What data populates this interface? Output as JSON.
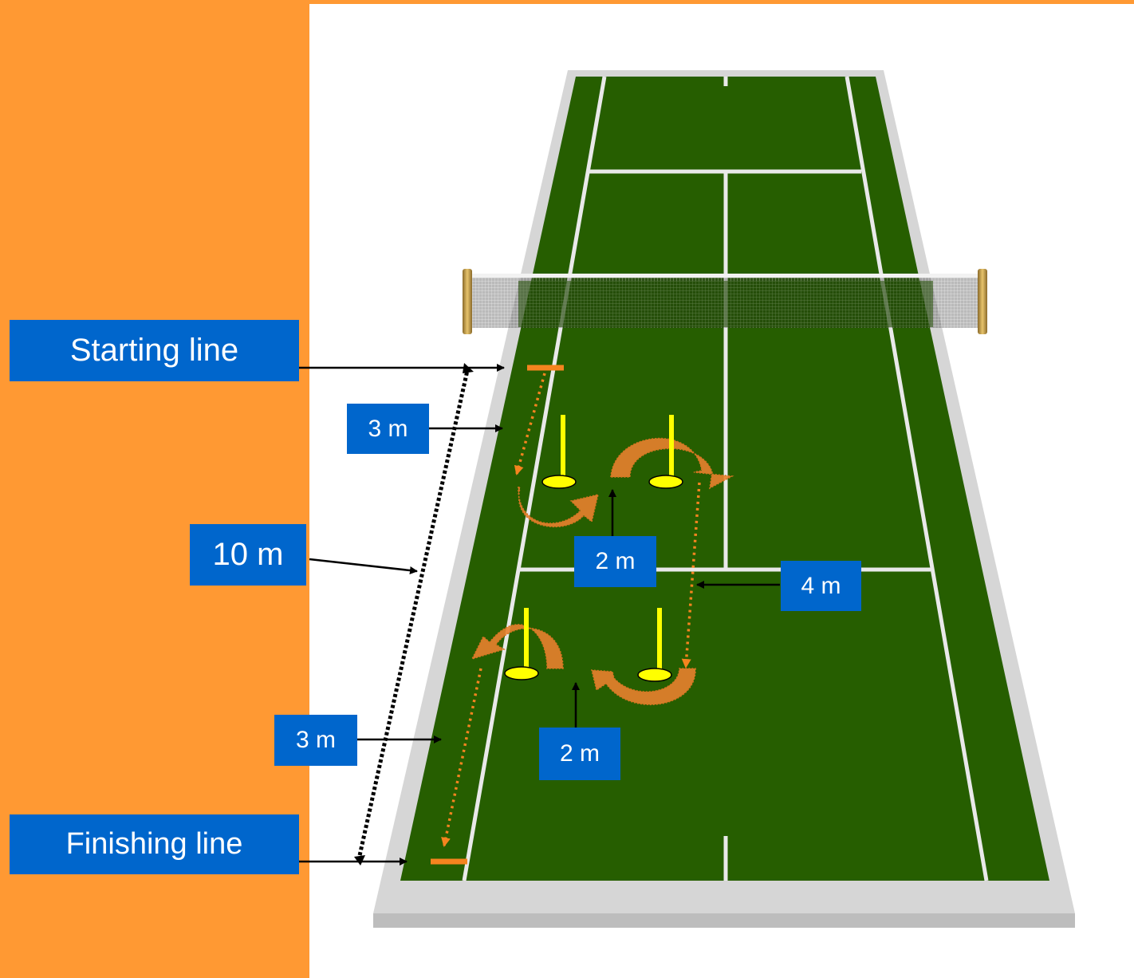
{
  "colors": {
    "sidebar": "#FF9933",
    "label_bg": "#0066CC",
    "court_green": "#265E00",
    "court_surround": "#D6D6D6",
    "lines": "#E9E9E9",
    "cone": "#F5841F",
    "pole": "#FFFF00",
    "arrow": "#E9812D"
  },
  "labels": {
    "starting_line": "Starting line",
    "finishing_line": "Finishing line",
    "ten_m": "10 m",
    "three_m_top": "3 m",
    "three_m_bottom": "3 m",
    "two_m_top": "2 m",
    "two_m_bottom": "2 m",
    "four_m": "4 m"
  }
}
